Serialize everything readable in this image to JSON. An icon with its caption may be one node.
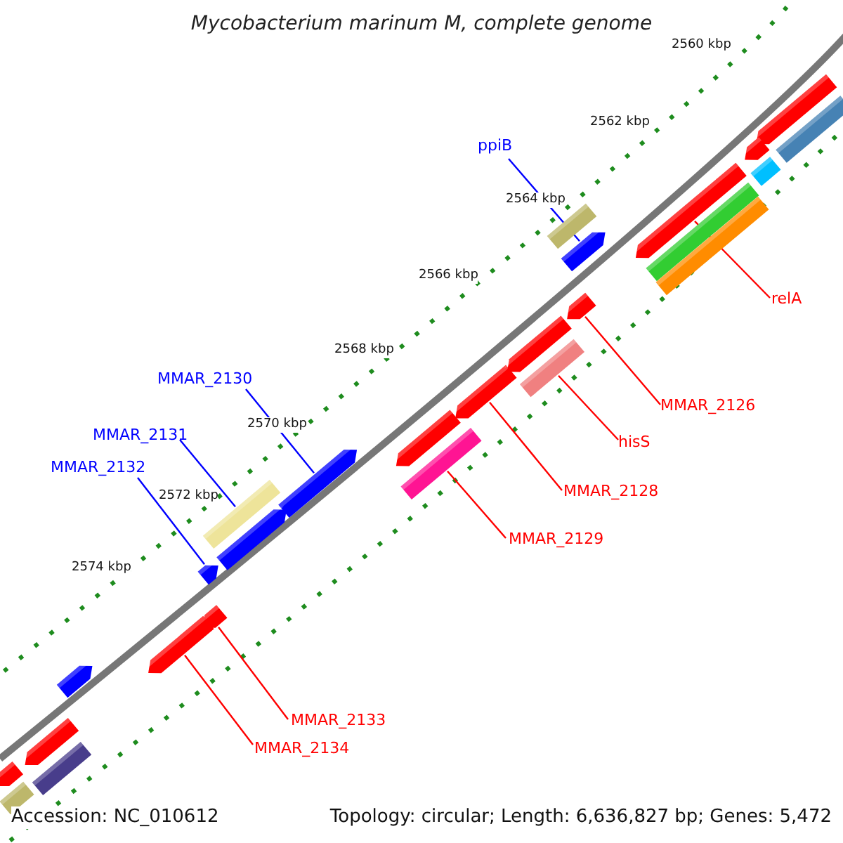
{
  "diagram": {
    "title": "Mycobacterium marinum M, complete genome",
    "nodes": [
      {
        "text": [
          "ppiB"
        ]
      },
      {
        "text": [],
        "shape": "arrow"
      },
      {
        "text": [
          "relA"
        ]
      },
      {
        "text": [],
        "shape": "arrow"
      },
      {
        "text": [
          "MMAR_2126"
        ]
      },
      {
        "text": [],
        "shape": "arrow"
      },
      {
        "text": [
          "MMAR_2130"
        ]
      },
      {
        "text": [],
        "shape": "arrow"
      },
      {
        "text": [
          "hisS"
        ]
      },
      {
        "text": [],
        "shape": "bar"
      },
      {
        "text": [
          "MMAR_2131"
        ]
      },
      {
        "text": [],
        "shape": "bar"
      },
      {
        "text": [
          "MMAR_2128"
        ]
      },
      {
        "text": [],
        "shape": "arrow"
      },
      {
        "text": [
          "MMAR_2132"
        ]
      },
      {
        "text": [],
        "shape": "arrow"
      },
      {
        "text": [
          "MMAR_2129"
        ]
      },
      {
        "text": [],
        "shape": "bar"
      },
      {
        "text": [
          "MMAR_2133"
        ]
      },
      {
        "text": [],
        "shape": "arrow"
      },
      {
        "text": [
          "MMAR_2134"
        ]
      },
      {
        "text": [],
        "shape": "arrow"
      },
      {
        "text": [],
        "shape": "bar"
      },
      {
        "text": [],
        "shape": "arrow"
      },
      {
        "text": [],
        "shape": "arrow"
      },
      {
        "text": [],
        "shape": "bar"
      },
      {
        "text": [],
        "shape": "bar"
      },
      {
        "text": [],
        "shape": "bar"
      },
      {
        "text": [],
        "shape": "bar"
      },
      {
        "text": [],
        "shape": "arrow"
      },
      {
        "text": [],
        "shape": "arrow"
      },
      {
        "text": [],
        "shape": "arrow"
      },
      {
        "text": [],
        "shape": "arrow"
      },
      {
        "text": [],
        "shape": "arrow"
      },
      {
        "text": [],
        "shape": "bar"
      },
      {
        "text": [],
        "shape": "arrow"
      },
      {
        "text": [],
        "shape": "bar"
      }
    ],
    "edges": [
      {
        "from": 0,
        "to": 1,
        "arrow": "none",
        "color": "#0000ff"
      },
      {
        "from": 2,
        "to": 3,
        "arrow": "none"
      },
      {
        "from": 4,
        "to": 5,
        "arrow": "none"
      },
      {
        "from": 6,
        "to": 7,
        "arrow": "none",
        "color": "#0000ff"
      },
      {
        "from": 8,
        "to": 9,
        "arrow": "none"
      },
      {
        "from": 10,
        "to": 11,
        "arrow": "none",
        "color": "#0000ff"
      },
      {
        "from": 12,
        "to": 13,
        "arrow": "none"
      },
      {
        "from": 14,
        "to": 15,
        "arrow": "none",
        "color": "#0000ff"
      },
      {
        "from": 16,
        "to": 17,
        "arrow": "none"
      },
      {
        "from": 18,
        "to": 19,
        "arrow": "none"
      },
      {
        "from": 20,
        "to": 21,
        "arrow": "none"
      }
    ],
    "labels": [
      "2560 kbp",
      "2562 kbp",
      "2564 kbp",
      "2566 kbp",
      "2568 kbp",
      "2570 kbp",
      "2572 kbp",
      "2574 kbp",
      "Accession: NC_010612",
      "Topology: circular; Length: 6,636,827 bp; Genes: 5,472"
    ]
  }
}
